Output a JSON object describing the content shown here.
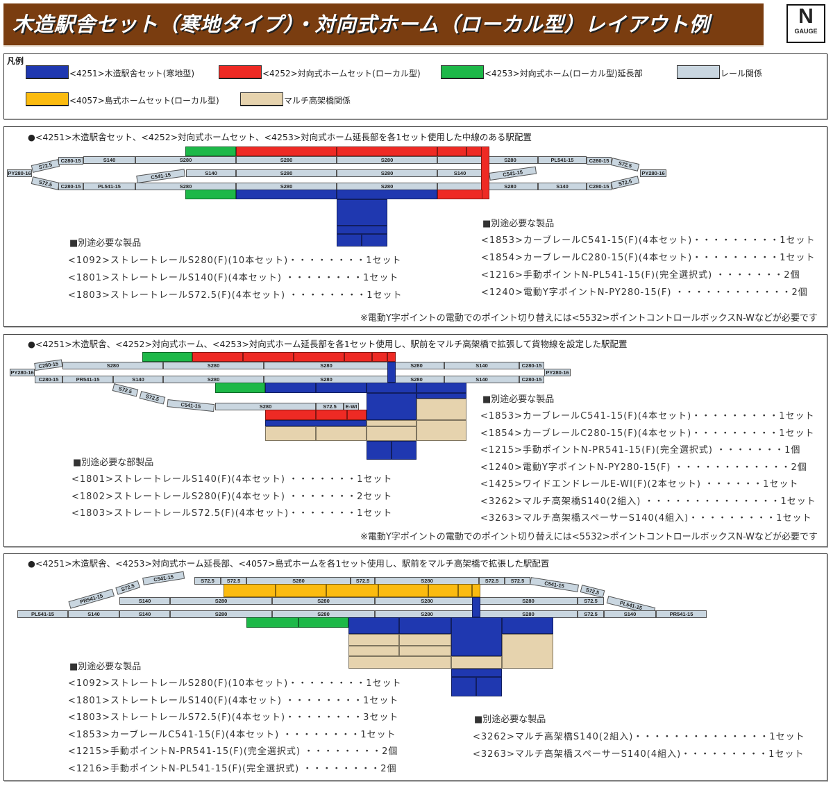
{
  "header": {
    "title": "木造駅舎セット（寒地タイプ）・対向式ホーム（ローカル型）レイアウト例",
    "logo_main": "N",
    "logo_sub": "GAUGE"
  },
  "colors": {
    "blue": "#1f38b0",
    "red": "#ee2a24",
    "green": "#1db848",
    "rail": "#c9d6e0",
    "orange": "#fbbb10",
    "beige": "#e6d3ae",
    "brown": "#7a3d10"
  },
  "legend": {
    "title": "凡例",
    "items": [
      {
        "label": "<4251>木造駅舎セット(寒地型)",
        "color": "blue"
      },
      {
        "label": "<4252>対向式ホームセット(ローカル型)",
        "color": "red"
      },
      {
        "label": "<4253>対向式ホーム(ローカル型)延長部",
        "color": "green"
      },
      {
        "label": "レール関係",
        "color": "rail"
      },
      {
        "label": "<4057>島式ホームセット(ローカル型)",
        "color": "orange"
      },
      {
        "label": "マルチ高架橋関係",
        "color": "beige"
      }
    ]
  },
  "sections": [
    {
      "title": "●<4251>木造駅舎セット、<4252>対向式ホームセット、<4253>対向式ホーム延長部を各1セット使用した中線のある駅配置",
      "track_labels": [
        "PY280-16",
        "S72.5",
        "S72.5",
        "C280-15",
        "C280-15",
        "S140",
        "S280",
        "S280",
        "S280",
        "S280",
        "PL541-15",
        "S280",
        "S280",
        "S280",
        "S280",
        "C541-15",
        "S140",
        "S280",
        "S280",
        "S140",
        "C541-15",
        "PL541-15",
        "C280-15",
        "S72.5",
        "PY280-16",
        "S140",
        "C280-15",
        "S72.5"
      ],
      "lists": [
        {
          "heading": "■別途必要な製品",
          "items": [
            "<1092>ストレートレールS280(F)(10本セット)・・・・・・・・1セット",
            "<1801>ストレートレールS140(F)(4本セット) ・・・・・・・・1セット",
            "<1803>ストレートレールS72.5(F)(4本セット) ・・・・・・・・1セット"
          ]
        },
        {
          "heading": "■別途必要な製品",
          "items": [
            "<1853>カーブレールC541-15(F)(4本セット)・・・・・・・・・1セット",
            "<1854>カーブレールC280-15(F)(4本セット)・・・・・・・・・1セット",
            "<1216>手動ポイントN-PL541-15(F)(完全選択式) ・・・・・・・2個",
            "<1240>電動Y字ポイントN-PY280-15(F) ・・・・・・・・・・・・2個"
          ]
        }
      ],
      "note": "※電動Y字ポイントの電動でのポイント切り替えには<5532>ポイントコントロールボックスN-Wなどが必要です"
    },
    {
      "title": "●<4251>木造駅舎、<4252>対向式ホーム、<4253>対向式ホーム延長部を各1セット使用し、駅前をマルチ高架橋で拡張して貨物線を設定した駅配置",
      "track_labels": [
        "PY280-16",
        "C280-15",
        "C280-15",
        "S280",
        "S280",
        "S280",
        "S280",
        "S140",
        "C280-15",
        "PY280-16",
        "PR541-15",
        "S140",
        "S280",
        "S280",
        "S280",
        "S140",
        "C280-15",
        "S72.5",
        "S72.5",
        "C541-15",
        "S280",
        "S72.5",
        "E-WI"
      ],
      "lists": [
        {
          "heading": "■別途必要な部製品",
          "items": [
            "<1801>ストレートレールS140(F)(4本セット) ・・・・・・・1セット",
            "<1802>ストレートレールS280(F)(4本セット) ・・・・・・・2セット",
            "<1803>ストレートレールS72.5(F)(4本セット)・・・・・・・1セット"
          ]
        },
        {
          "heading": "■別途必要な製品",
          "items": [
            "<1853>カーブレールC541-15(F)(4本セット)・・・・・・・・・1セット",
            "<1854>カーブレールC280-15(F)(4本セット)・・・・・・・・・1セット",
            "<1215>手動ポイントN-PR541-15(F)(完全選択式) ・・・・・・・1個",
            "<1240>電動Y字ポイントN-PY280-15(F) ・・・・・・・・・・・・2個",
            "<1425>ワイドエンドレールE-WI(F)(2本セット) ・・・・・・1セット",
            "<3262>マルチ高架橋S140(2組入) ・・・・・・・・・・・・・・1セット",
            "<3263>マルチ高架橋スペーサーS140(4組入)・・・・・・・・・1セット"
          ]
        }
      ],
      "note": "※電動Y字ポイントの電動でのポイント切り替えには<5532>ポイントコントロールボックスN-Wなどが必要です"
    },
    {
      "title": "●<4251>木造駅舎、<4253>対向式ホーム延長部、<4057>島式ホームを各1セット使用し、駅前をマルチ高架橋で拡張した駅配置",
      "track_labels": [
        "S72.5",
        "C541-15",
        "S72.5",
        "S72.5",
        "S280",
        "S72.5",
        "S280",
        "S72.5",
        "S72.5",
        "C541-15",
        "S72.5",
        "PR541-15",
        "S140",
        "S280",
        "S280",
        "S280",
        "S280",
        "S72.5",
        "PL541-15",
        "PL541-15",
        "S140",
        "S140",
        "S280",
        "S280",
        "S280",
        "S280",
        "S72.5",
        "S140",
        "PR541-15"
      ],
      "lists": [
        {
          "heading": "■別途必要な製品",
          "items": [
            "<1092>ストレートレールS280(F)(10本セット)・・・・・・・・1セット",
            "<1801>ストレートレールS140(F)(4本セット) ・・・・・・・・1セット",
            "<1803>ストレートレールS72.5(F)(4本セット)・・・・・・・・3セット",
            "<1853>カーブレールC541-15(F)(4本セット) ・・・・・・・・1セット",
            "<1215>手動ポイントN-PR541-15(F)(完全選択式) ・・・・・・・・2個",
            "<1216>手動ポイントN-PL541-15(F)(完全選択式) ・・・・・・・・2個"
          ]
        },
        {
          "heading": "■別途必要な製品",
          "items": [
            "<3262>マルチ高架橋S140(2組入)・・・・・・・・・・・・・・1セット",
            "<3263>マルチ高架橋スペーサーS140(4組入)・・・・・・・・・1セット"
          ]
        }
      ]
    }
  ]
}
